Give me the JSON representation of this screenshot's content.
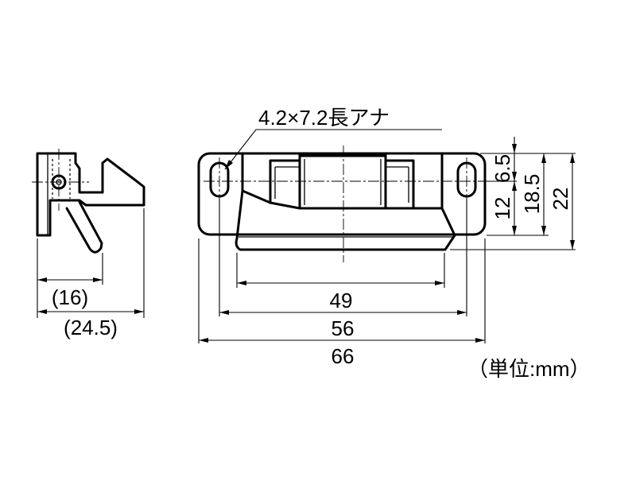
{
  "note_slot": "4.2×7.2長アナ",
  "dims": {
    "d16": "(16)",
    "d24_5": "(24.5)",
    "d49": "49",
    "d56": "56",
    "d66": "66",
    "d6_5": "6.5",
    "d12": "12",
    "d18_5": "18.5",
    "d22": "22"
  },
  "unit_note": "（単位:mm）"
}
